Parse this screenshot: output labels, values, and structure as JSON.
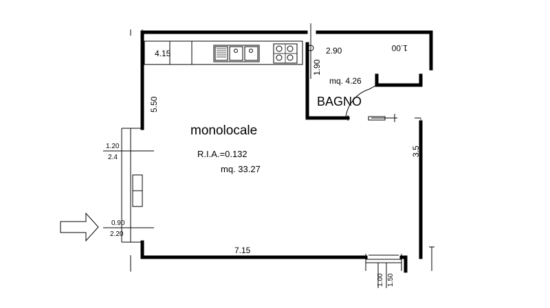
{
  "rooms": {
    "main": {
      "name": "monolocale",
      "ria": "R.I.A.=0.132",
      "area": "mq. 33.27"
    },
    "bath": {
      "name": "BAGNO",
      "area": "mq. 4.26"
    }
  },
  "dimensions": {
    "kitchen_length": "4.15",
    "main_height": "5.50",
    "bath_width": "2.90",
    "bath_depth": "1.90",
    "bath_door_top": "1.00",
    "right_wall": "3.5",
    "bottom_wall": "7.15",
    "window_top_width": "1.20",
    "window_top_height": "2.4",
    "entry_width": "0.90",
    "entry_height": "2.20",
    "bottom_window_width": "1.00",
    "bottom_window_height": "1.50"
  },
  "icons": {
    "entry": "arrow-right-icon",
    "sink": "double-sink-icon",
    "stove": "four-burner-stove-icon"
  }
}
